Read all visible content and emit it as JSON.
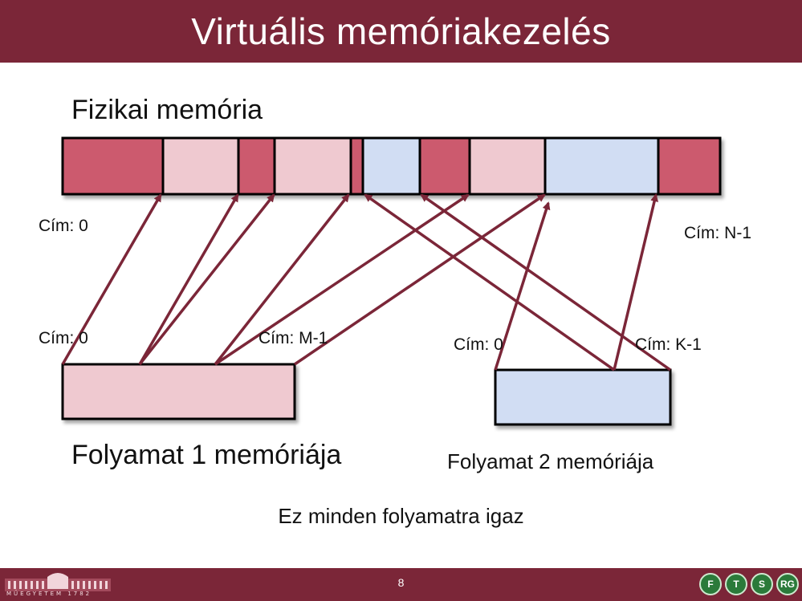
{
  "title": "Virtuális memóriakezelés",
  "physical_label": "Fizikai memória",
  "addr_labels": {
    "phys_start": "Cím: 0",
    "phys_end": "Cím: N-1",
    "p1_start": "Cím: 0",
    "p1_end": "Cím: M-1",
    "p2_start": "Cím: 0",
    "p2_end": "Cím: K-1"
  },
  "process1_label": "Folyamat 1 memóriája",
  "process2_label": "Folyamat 2 memóriája",
  "caption": "Ez minden folyamatra igaz",
  "footer": {
    "page_number": "8",
    "university_text": "MŰEGYETEM 1782",
    "dept_logos": [
      "F",
      "T",
      "S",
      "RG"
    ]
  },
  "colors": {
    "brand": "#7b2638",
    "free_block": "#cc5a6e",
    "process1_block": "#efc9d0",
    "process2_block": "#d1ddf3",
    "arrow": "#7b2638"
  },
  "physical_blocks": [
    {
      "owner": "free"
    },
    {
      "owner": "process1"
    },
    {
      "owner": "free"
    },
    {
      "owner": "process1"
    },
    {
      "owner": "free"
    },
    {
      "owner": "process2"
    },
    {
      "owner": "free"
    },
    {
      "owner": "process1"
    },
    {
      "owner": "process2"
    },
    {
      "owner": "free"
    }
  ]
}
